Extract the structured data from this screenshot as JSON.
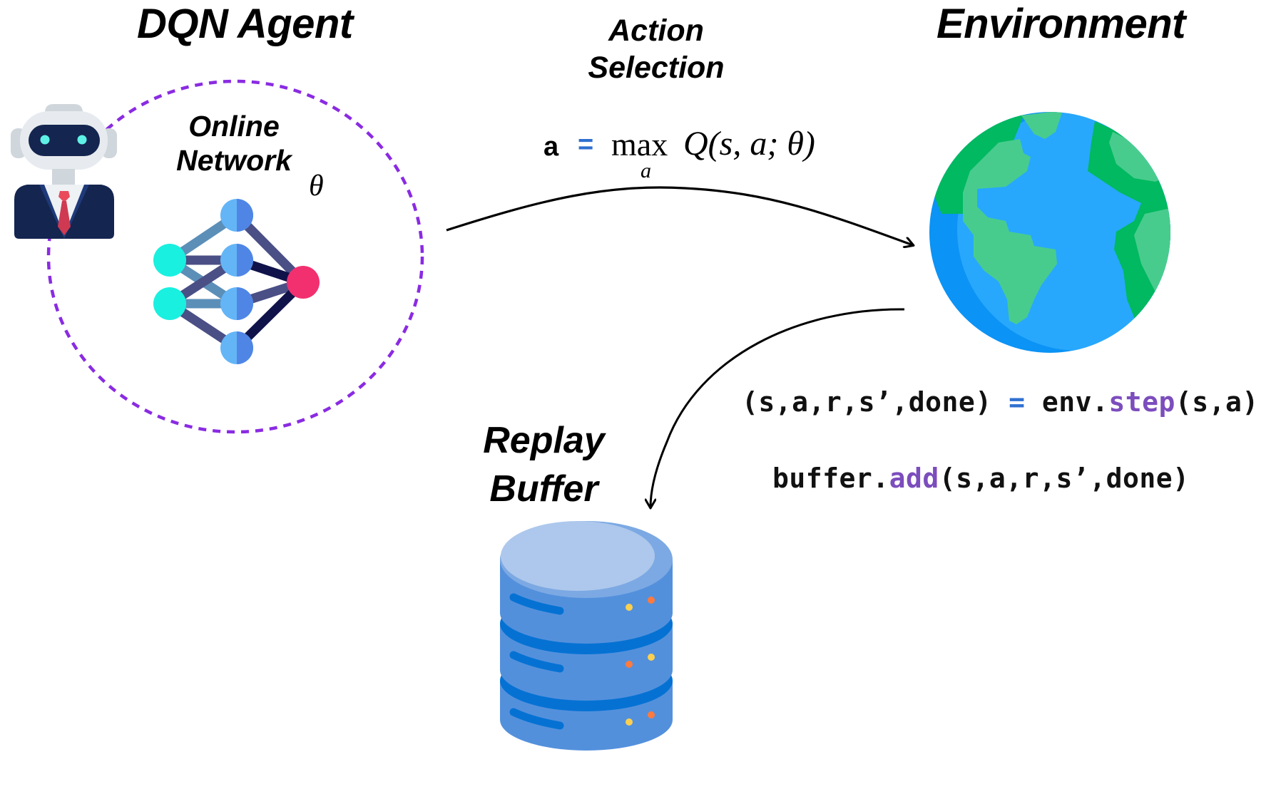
{
  "agent": {
    "title": "DQN Agent",
    "network_label_line1": "Online",
    "network_label_line2": "Network",
    "param_symbol": "θ",
    "icon": "robot-agent-icon",
    "network_icon": "neural-network-icon"
  },
  "action_selection": {
    "label_line1": "Action",
    "label_line2": "Selection",
    "formula": {
      "lhs": "a",
      "eq": "=",
      "op": "max",
      "op_subscript": "a",
      "rhs": "Q(s, a; θ)"
    }
  },
  "environment": {
    "title": "Environment",
    "icon": "globe-icon"
  },
  "transition": {
    "step_lhs": "(s,a,r,s’,done)",
    "step_eq": "=",
    "step_obj": "env.",
    "step_fn": "step",
    "step_args": "(s,a)",
    "add_obj": "buffer.",
    "add_fn": "add",
    "add_args": "(s,a,r,s’,done)"
  },
  "replay_buffer": {
    "label_line1": "Replay",
    "label_line2": "Buffer",
    "icon": "database-icon"
  },
  "colors": {
    "dashed_circle": "#8a2be2",
    "keyword": "#7c4dbd",
    "equals": "#2f6fd0",
    "input_node": "#19f0e0",
    "hidden_node_light": "#64b5f6",
    "hidden_node_dark": "#4f86e6",
    "output_node": "#f2306f",
    "ocean": "#27a8fd",
    "ocean_shade": "#0b93f5",
    "land": "#48cc8e",
    "land_dark": "#00b960",
    "db_body": "#5390dc",
    "db_band": "#0572d3",
    "db_top": "#adc8ec"
  }
}
